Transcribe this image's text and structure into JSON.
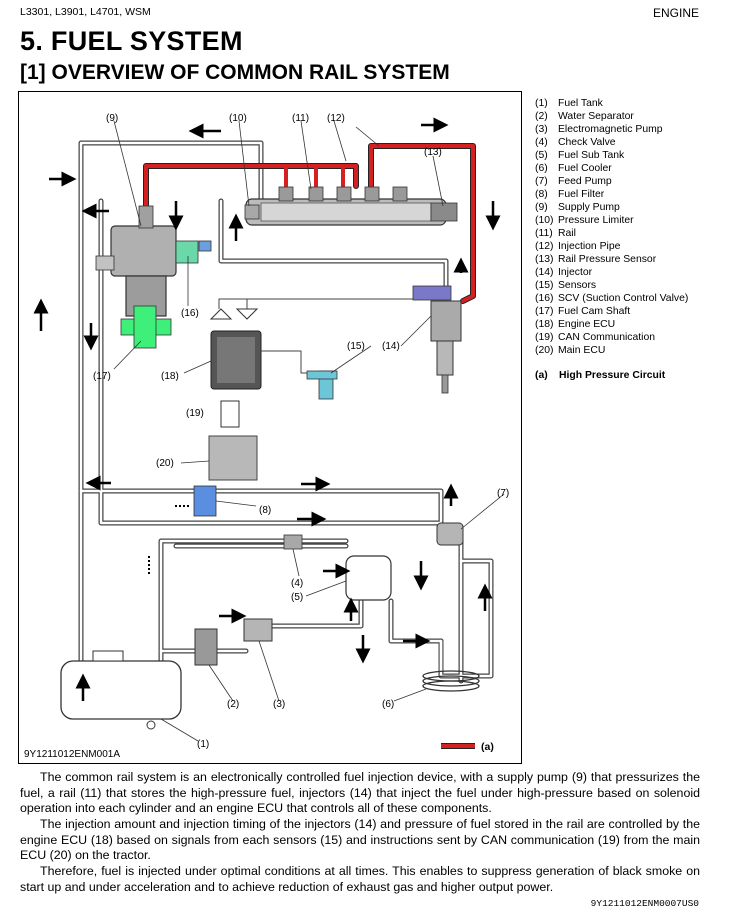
{
  "header": {
    "models": "L3301, L3901, L4701, WSM",
    "section": "ENGINE"
  },
  "title": "5.  FUEL SYSTEM",
  "subtitle": "[1]  OVERVIEW OF COMMON RAIL SYSTEM",
  "legend": [
    {
      "num": "(1)",
      "label": "Fuel Tank"
    },
    {
      "num": "(2)",
      "label": "Water Separator"
    },
    {
      "num": "(3)",
      "label": "Electromagnetic Pump"
    },
    {
      "num": "(4)",
      "label": "Check Valve"
    },
    {
      "num": "(5)",
      "label": "Fuel Sub Tank"
    },
    {
      "num": "(6)",
      "label": "Fuel Cooler"
    },
    {
      "num": "(7)",
      "label": "Feed Pump"
    },
    {
      "num": "(8)",
      "label": "Fuel Filter"
    },
    {
      "num": "(9)",
      "label": "Supply Pump"
    },
    {
      "num": "(10)",
      "label": "Pressure Limiter"
    },
    {
      "num": "(11)",
      "label": "Rail"
    },
    {
      "num": "(12)",
      "label": "Injection Pipe"
    },
    {
      "num": "(13)",
      "label": "Rail Pressure Sensor"
    },
    {
      "num": "(14)",
      "label": "Injector"
    },
    {
      "num": "(15)",
      "label": "Sensors"
    },
    {
      "num": "(16)",
      "label": "SCV (Suction Control Valve)"
    },
    {
      "num": "(17)",
      "label": "Fuel Cam Shaft"
    },
    {
      "num": "(18)",
      "label": "Engine ECU"
    },
    {
      "num": "(19)",
      "label": "CAN Communication"
    },
    {
      "num": "(20)",
      "label": "Main ECU"
    }
  ],
  "high_pressure": {
    "num": "(a)",
    "label": "High Pressure Circuit"
  },
  "callouts": {
    "c1": "(1)",
    "c2": "(2)",
    "c3": "(3)",
    "c4": "(4)",
    "c5": "(5)",
    "c6": "(6)",
    "c7": "(7)",
    "c8": "(8)",
    "c9": "(9)",
    "c10": "(10)",
    "c11": "(11)",
    "c12": "(12)",
    "c13": "(13)",
    "c14": "(14)",
    "c15": "(15)",
    "c16": "(16)",
    "c17": "(17)",
    "c18": "(18)",
    "c19": "(19)",
    "c20": "(20)",
    "ca": "(a)"
  },
  "figure_code": "9Y1211012ENM001A",
  "paragraphs": [
    "The common rail system is an electronically controlled fuel injection device, with a supply pump (9) that pressurizes the fuel, a rail (11) that stores the high-pressure fuel, injectors (14) that inject the fuel under high-pressure based on solenoid operation into each cylinder and an engine ECU that controls all of these components.",
    "The injection amount and injection timing of the injectors (14) and pressure of fuel stored in the rail are controlled by the engine ECU (18) based on signals from each sensors (15) and instructions sent by CAN communication (19) from the main ECU (20) on the tractor.",
    "Therefore, fuel is injected under optimal conditions at all times. This enables to suppress generation of black smoke on start up and under acceleration and to achieve reduction of exhaust gas and higher output power."
  ],
  "doc_id": "9Y1211012ENM0007US0",
  "colors": {
    "high_pressure": "#d42020",
    "scv": "#6ad8a8",
    "filter": "#5a8ee0",
    "sensor": "#6cc6d8",
    "injector_top": "#7a78c8"
  }
}
